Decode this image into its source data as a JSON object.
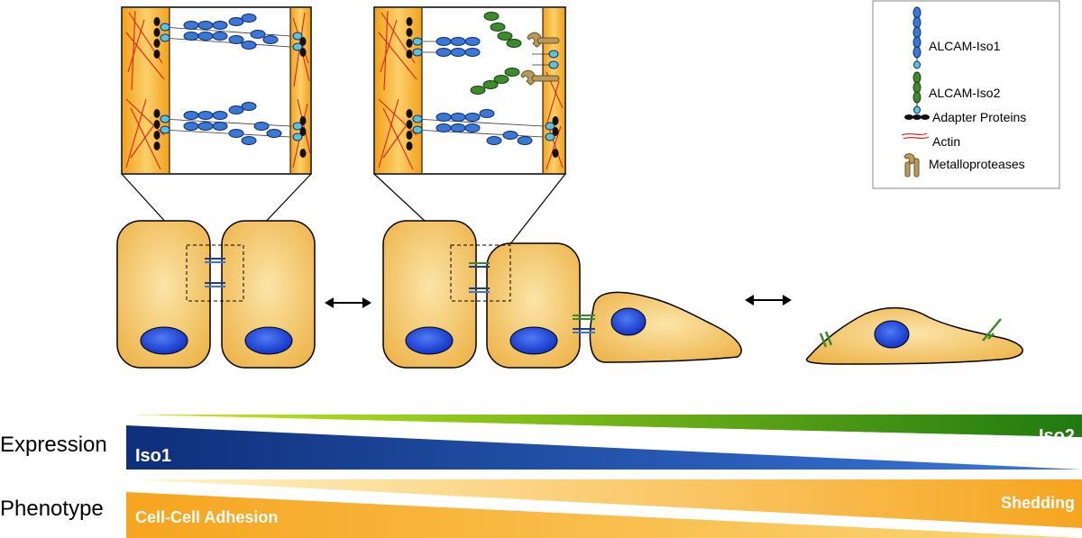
{
  "legend": {
    "items": [
      {
        "label": "ALCAM-Iso1",
        "icon": "iso1-icon"
      },
      {
        "label": "ALCAM-Iso2",
        "icon": "iso2-icon"
      },
      {
        "label": "Adapter Proteins",
        "icon": "adapter-icon"
      },
      {
        "label": "Actin",
        "icon": "actin-icon"
      },
      {
        "label": "Metalloproteases",
        "icon": "metalloprotease-icon"
      }
    ]
  },
  "rows": {
    "expression": {
      "label": "Expression",
      "left_text": "Iso1",
      "right_text": "Iso2"
    },
    "phenotype": {
      "label": "Phenotype",
      "left_text": "Cell-Cell Adhesion",
      "right_text": "Shedding"
    }
  },
  "colors": {
    "iso1": "#3a74cf",
    "iso1_dark": "#0e2f7a",
    "iso2": "#3a8a2a",
    "iso2_light": "#a6d614",
    "cell": "#f0bd57",
    "membrane": "#f3a21a",
    "nucleus": "#1c49d6",
    "actin": "#e0201a",
    "metalloprotease": "#b89a5a",
    "adhesion_bar": "#f6a51e"
  }
}
